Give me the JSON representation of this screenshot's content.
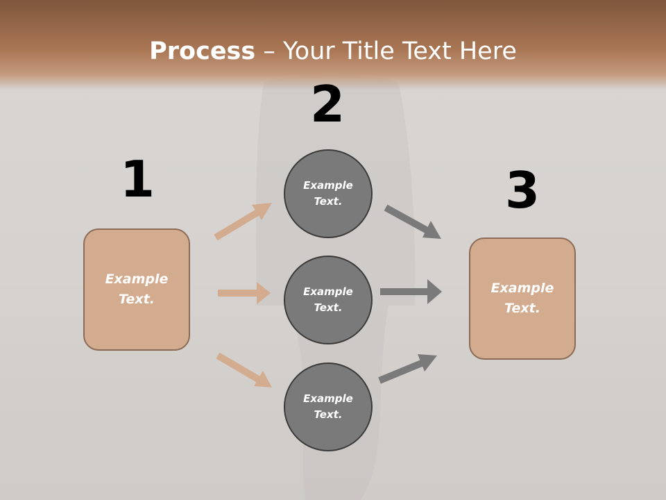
{
  "title": {
    "bold": "Process",
    "rest": " – Your Title Text Here"
  },
  "numbers": [
    "1",
    "2",
    "3"
  ],
  "left_box": {
    "line1": "Example",
    "line2": "Text."
  },
  "right_box": {
    "line1": "Example",
    "line2": "Text."
  },
  "circles": [
    {
      "line1": "Example",
      "line2": "Text."
    },
    {
      "line1": "Example",
      "line2": "Text."
    },
    {
      "line1": "Example",
      "line2": "Text."
    }
  ],
  "colors": {
    "header": "#a97654",
    "box_fill": "#d3ab8e",
    "box_border": "#8b6b58",
    "circle_fill": "#7a7a7a",
    "circle_border": "#3a3a3a",
    "arrow_tan": "#d3ab8e",
    "arrow_gray": "#7a7a7a"
  }
}
